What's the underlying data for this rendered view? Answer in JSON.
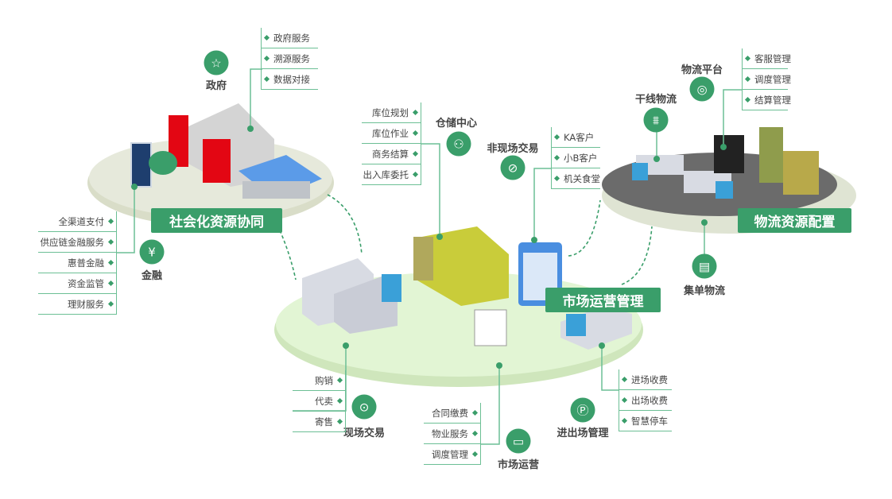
{
  "badges": {
    "social": "社会化资源协同",
    "market": "市场运营管理",
    "logistics": "物流资源配置"
  },
  "nodes": {
    "gov": {
      "label": "政府",
      "icon": "star-icon",
      "items": [
        "政府服务",
        "溯源服务",
        "数据对接"
      ]
    },
    "finance": {
      "label": "金融",
      "icon": "yen-icon",
      "items": [
        "全渠道支付",
        "供应链金融服务",
        "惠普金融",
        "资金监管",
        "理财服务"
      ]
    },
    "warehouse": {
      "label": "仓储中心",
      "icon": "share-icon",
      "items": [
        "库位规划",
        "库位作业",
        "商务结算",
        "出入库委托"
      ]
    },
    "offsite": {
      "label": "非现场交易",
      "icon": "location-off-icon",
      "items": [
        "KA客户",
        "小B客户",
        "机关食堂"
      ]
    },
    "trunk": {
      "label": "干线物流",
      "icon": "road-icon"
    },
    "platform": {
      "label": "物流平台",
      "icon": "globe-icon",
      "items": [
        "客服管理",
        "调度管理",
        "结算管理"
      ]
    },
    "collect": {
      "label": "集单物流",
      "icon": "clipboard-icon"
    },
    "onsite": {
      "label": "现场交易",
      "icon": "location-icon",
      "items": [
        "购销",
        "代卖",
        "寄售"
      ]
    },
    "ops": {
      "label": "市场运营",
      "icon": "monitor-chart-icon",
      "items": [
        "合同缴费",
        "物业服务",
        "调度管理"
      ]
    },
    "entry": {
      "label": "进出场管理",
      "icon": "parking-icon",
      "items": [
        "进场收费",
        "出场收费",
        "智慧停车"
      ]
    }
  },
  "glyphs": {
    "star": "☆",
    "yen": "¥",
    "share": "⚇",
    "offsite": "⊘",
    "road": "⩩",
    "globe": "◎",
    "clip": "▤",
    "loc": "⊙",
    "mon": "▭",
    "park": "Ⓟ"
  },
  "colors": {
    "accent": "#3a9e6a",
    "line": "#6cbf95"
  }
}
